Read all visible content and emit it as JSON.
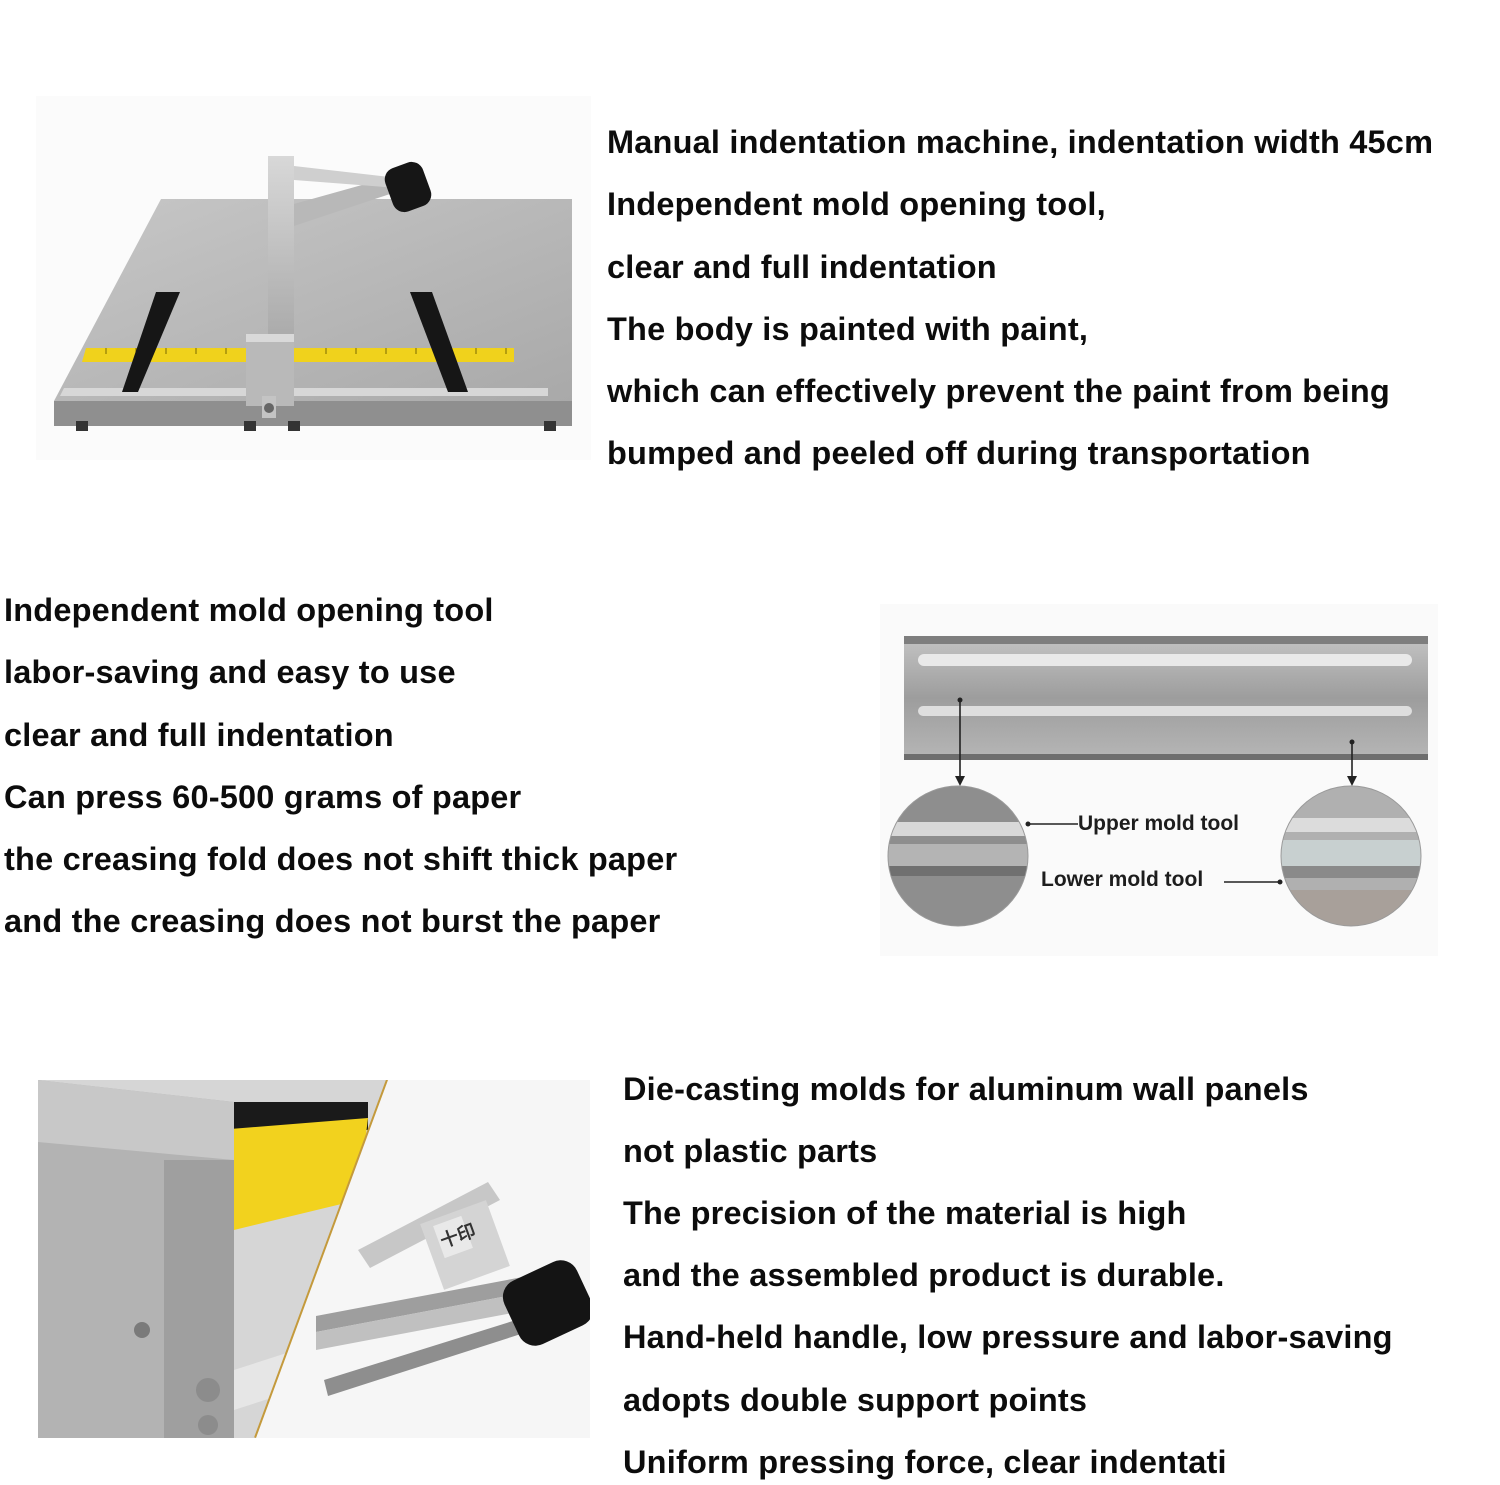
{
  "section1": {
    "lines": [
      "Manual indentation machine, indentation width 45cm",
      "Independent mold opening tool,",
      "clear and full indentation",
      "The body is painted with paint,",
      "which can effectively prevent the paint from being",
      "bumped and peeled off during transportation"
    ],
    "image": "creasing-machine-overview"
  },
  "section2": {
    "lines": [
      "Independent mold opening tool",
      "labor-saving and easy to use",
      "clear and full indentation",
      "Can press 60-500 grams of paper",
      "the creasing fold does not shift thick paper",
      "and the creasing does not burst the paper"
    ],
    "image": "mold-tool-detail",
    "upper_label": "Upper mold tool",
    "lower_label": "Lower mold tool"
  },
  "section3": {
    "lines": [
      "Die-casting molds for aluminum wall panels",
      "not plastic parts",
      "The precision of the material is high",
      "and the assembled product is durable.",
      "Hand-held handle, low pressure and labor-saving",
      "adopts double support points",
      "Uniform pressing force, clear indentati"
    ],
    "image": "handle-closeup",
    "logo_text": "十印"
  },
  "colors": {
    "text": "#0c0c0c",
    "machine_gray": "#a6a6a6",
    "ruler_yellow": "#f0d21c",
    "handle_black": "#161616"
  }
}
